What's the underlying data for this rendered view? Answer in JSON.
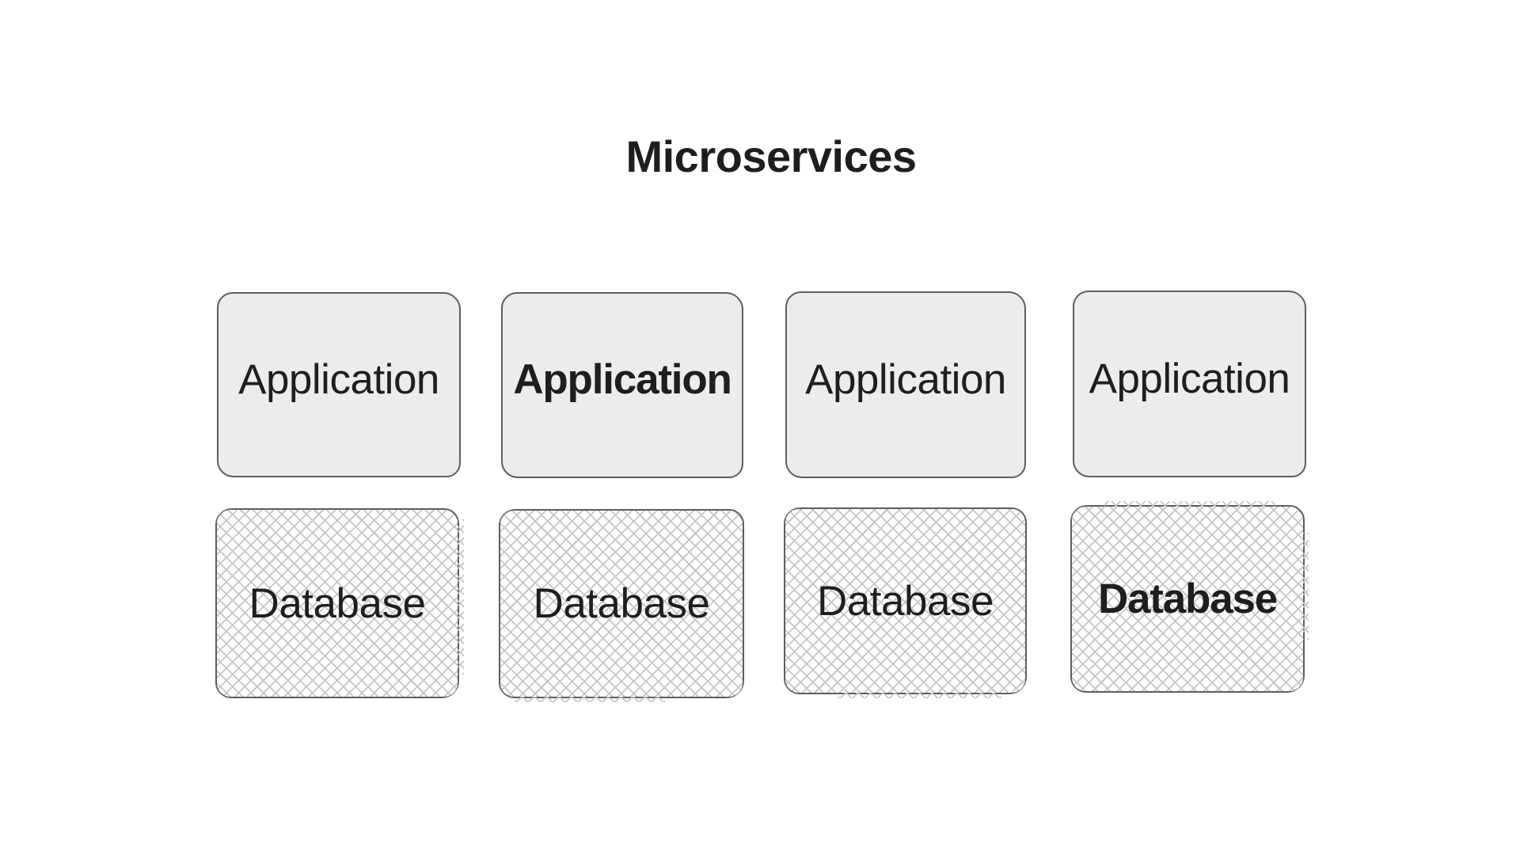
{
  "diagram": {
    "title": "Microservices",
    "nodes": [
      {
        "id": "app-1",
        "label": "Application",
        "type": "application",
        "emphasis": false
      },
      {
        "id": "app-2",
        "label": "Application",
        "type": "application",
        "emphasis": true
      },
      {
        "id": "app-3",
        "label": "Application",
        "type": "application",
        "emphasis": false
      },
      {
        "id": "app-4",
        "label": "Application",
        "type": "application",
        "emphasis": false
      },
      {
        "id": "db-1",
        "label": "Database",
        "type": "database",
        "emphasis": false
      },
      {
        "id": "db-2",
        "label": "Database",
        "type": "database",
        "emphasis": false
      },
      {
        "id": "db-3",
        "label": "Database",
        "type": "database",
        "emphasis": false
      },
      {
        "id": "db-4",
        "label": "Database",
        "type": "database",
        "emphasis": true
      }
    ],
    "colors": {
      "canvas_background": "#ffffff",
      "node_stroke": "#5e5e5e",
      "application_fill": "#ececec",
      "database_hatch": "#c6c6c6",
      "text": "#1e1e1e"
    }
  }
}
